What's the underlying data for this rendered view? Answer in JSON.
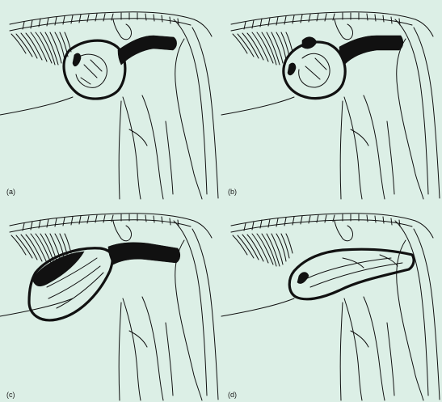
{
  "figure": {
    "background": "#dcefe6",
    "ink_color": "#111111",
    "panels": [
      {
        "id": "a",
        "label": "(a)"
      },
      {
        "id": "b",
        "label": "(b)"
      },
      {
        "id": "c",
        "label": "(c)"
      },
      {
        "id": "d",
        "label": "(d)"
      }
    ]
  }
}
